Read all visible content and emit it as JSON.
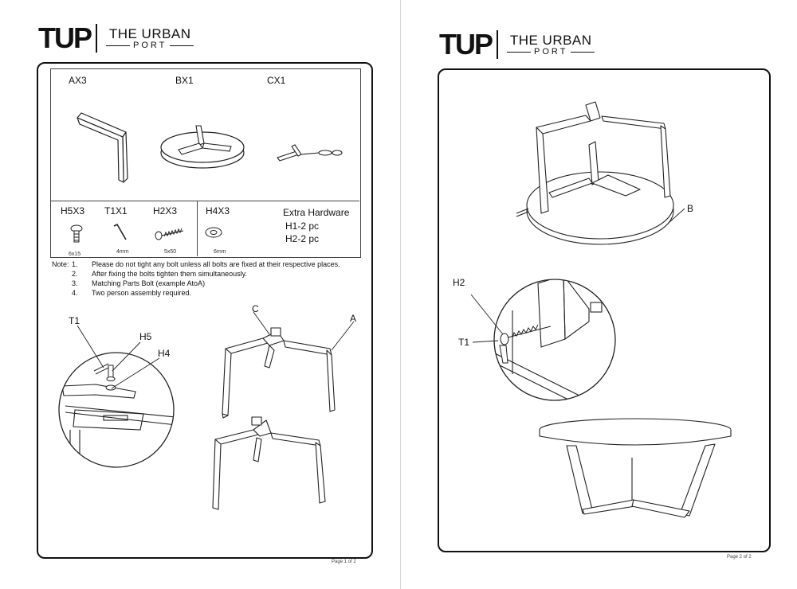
{
  "brand": {
    "mono": "TUP",
    "name_line1": "THE URBAN",
    "name_line2": "PORT"
  },
  "page1": {
    "parts": [
      {
        "label": "AX3"
      },
      {
        "label": "BX1"
      },
      {
        "label": "CX1"
      }
    ],
    "hardware": [
      {
        "label": "H5X3",
        "size": "6x15"
      },
      {
        "label": "T1X1",
        "size": "4mm"
      },
      {
        "label": "H2X3",
        "size": "5x50"
      },
      {
        "label": "H4X3",
        "size": "6mm"
      }
    ],
    "extra": {
      "title": "Extra Hardware",
      "line1": "H1-2 pc",
      "line2": "H2-2 pc"
    },
    "notes": {
      "prefix": "Note:",
      "items": [
        {
          "num": "1.",
          "text": "Please do not tight any bolt unless all bolts are fixed at their respective places."
        },
        {
          "num": "2.",
          "text": "After fixing the bolts tighten them simultaneously."
        },
        {
          "num": "3.",
          "text": "Matching Parts Bolt (example AtoA)"
        },
        {
          "num": "4.",
          "text": "Two person assembly required."
        }
      ]
    },
    "callouts": {
      "t1": "T1",
      "h5": "H5",
      "h4": "H4",
      "c": "C",
      "a": "A"
    },
    "footer": "Page 1 of 2"
  },
  "page2": {
    "callouts": {
      "b": "B",
      "h2": "H2",
      "t1": "T1"
    },
    "footer": "Page 2 of 2"
  }
}
